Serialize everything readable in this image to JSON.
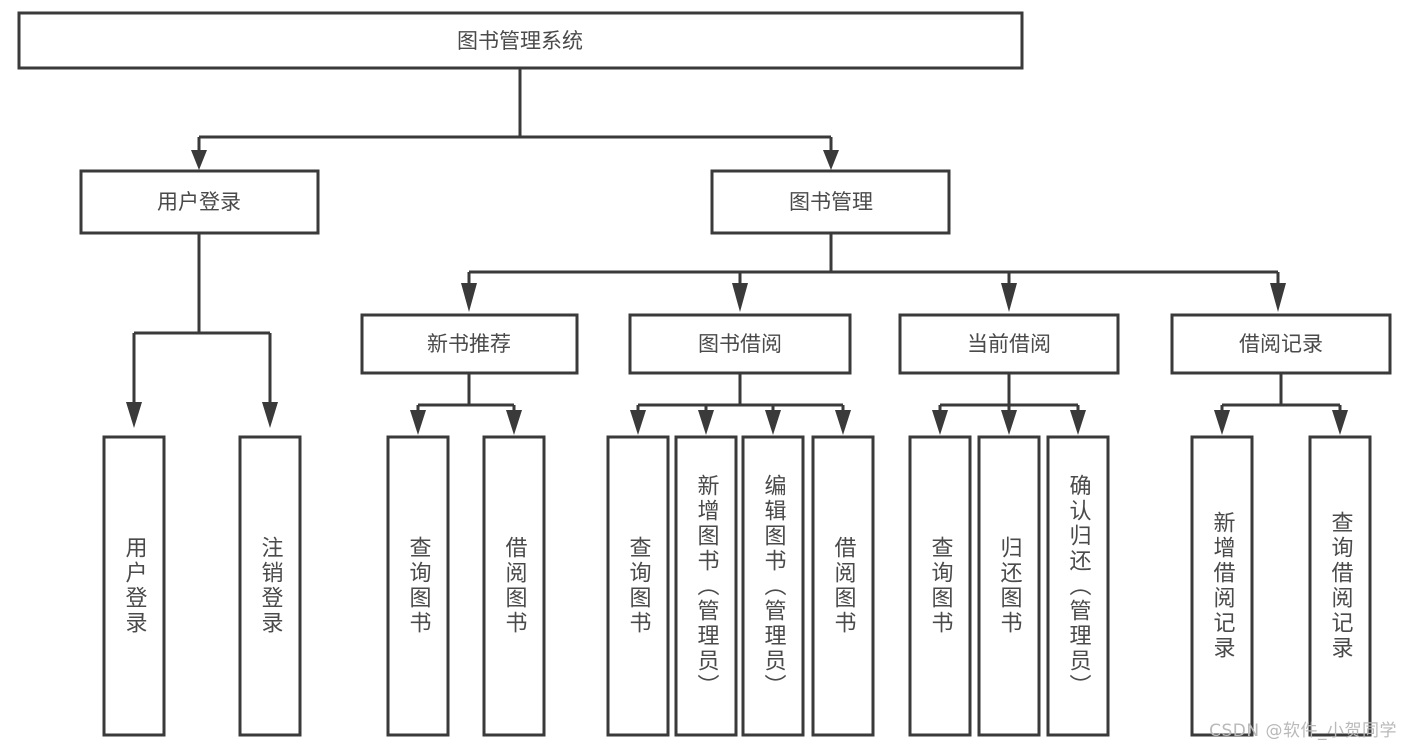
{
  "diagram": {
    "type": "tree",
    "title_node": "图书管理系统",
    "watermark": "CSDN @软件_小贺同学",
    "colors": {
      "stroke": "#3a3a3a",
      "text": "#4a4a4a",
      "background": "#ffffff",
      "watermark": "#b9b9b9"
    },
    "levels": {
      "root": "图书管理系统",
      "level2": [
        "用户登录",
        "图书管理"
      ],
      "level3": [
        "新书推荐",
        "图书借阅",
        "当前借阅",
        "借阅记录"
      ]
    },
    "nodes": {
      "root": {
        "label": "图书管理系统"
      },
      "user_login": {
        "label": "用户登录"
      },
      "book_manage": {
        "label": "图书管理"
      },
      "new_book_rec": {
        "label": "新书推荐"
      },
      "book_borrow": {
        "label": "图书借阅"
      },
      "current_borrow": {
        "label": "当前借阅"
      },
      "borrow_record": {
        "label": "借阅记录"
      }
    },
    "leaves": {
      "user_login": [
        "用户登录",
        "注销登录"
      ],
      "new_book_rec": [
        "查询图书",
        "借阅图书"
      ],
      "book_borrow": [
        "查询图书",
        "新增图书（管理员）",
        "编辑图书（管理员）",
        "借阅图书"
      ],
      "current_borrow": [
        "查询图书",
        "归还图书",
        "确认归还（管理员）"
      ],
      "borrow_record": [
        "新增借阅记录",
        "查询借阅记录"
      ]
    }
  }
}
